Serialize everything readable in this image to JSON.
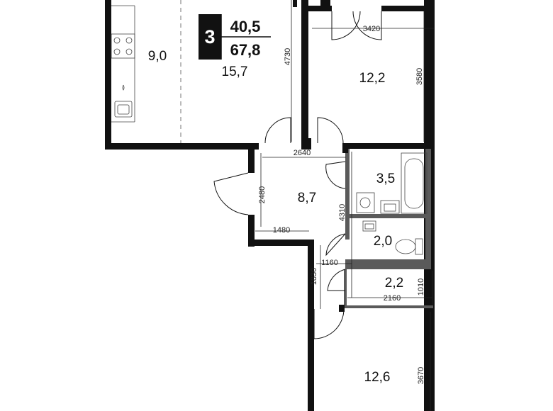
{
  "plan": {
    "badge": {
      "rooms": "3",
      "living_area": "40,5",
      "total_area": "67,8"
    },
    "rooms": {
      "kitchen": "9,0",
      "living": "15,7",
      "bedroom_top": "12,2",
      "hall": "8,7",
      "bathroom": "3,5",
      "toilet": "2,0",
      "storage": "2,2",
      "bedroom_bottom": "12,6"
    },
    "dimensions": {
      "d3420": "3420",
      "d4730": "4730",
      "d3580": "3580",
      "d2640": "2640",
      "d2480": "2480",
      "d1480": "1480",
      "d4310": "4310",
      "d1160": "1160",
      "d1830": "1830",
      "d2160": "2160",
      "d1010": "1010",
      "d3670": "3670"
    }
  }
}
